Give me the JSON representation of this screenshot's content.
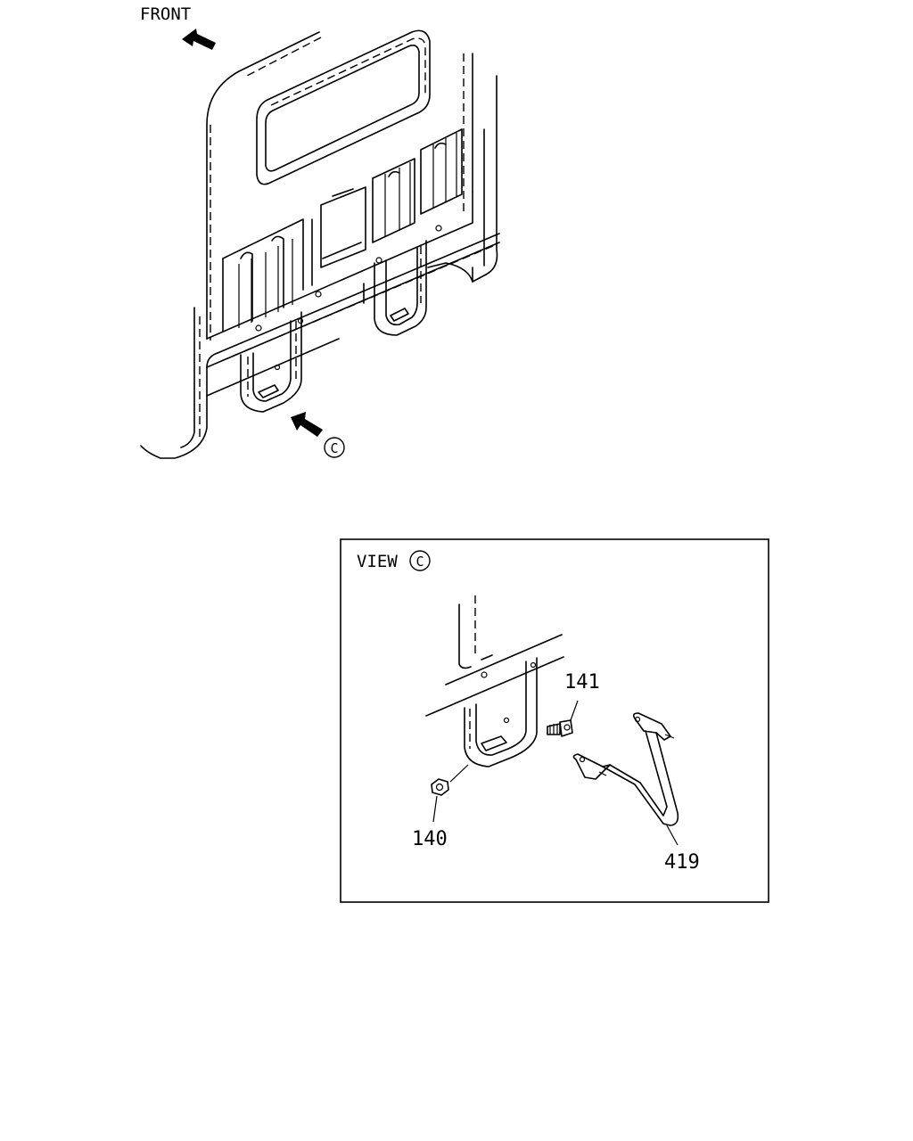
{
  "main_view": {
    "direction_label": "FRONT",
    "view_marker": "C"
  },
  "detail_view": {
    "title": "VIEW",
    "view_marker": "C",
    "callouts": {
      "nut": "140",
      "bolt": "141",
      "bracket": "419"
    }
  },
  "icons": {
    "front_arrow": "arrow-left-up-icon",
    "view_arrow": "arrow-left-up-icon",
    "circle_marker": "circled-letter-icon"
  }
}
